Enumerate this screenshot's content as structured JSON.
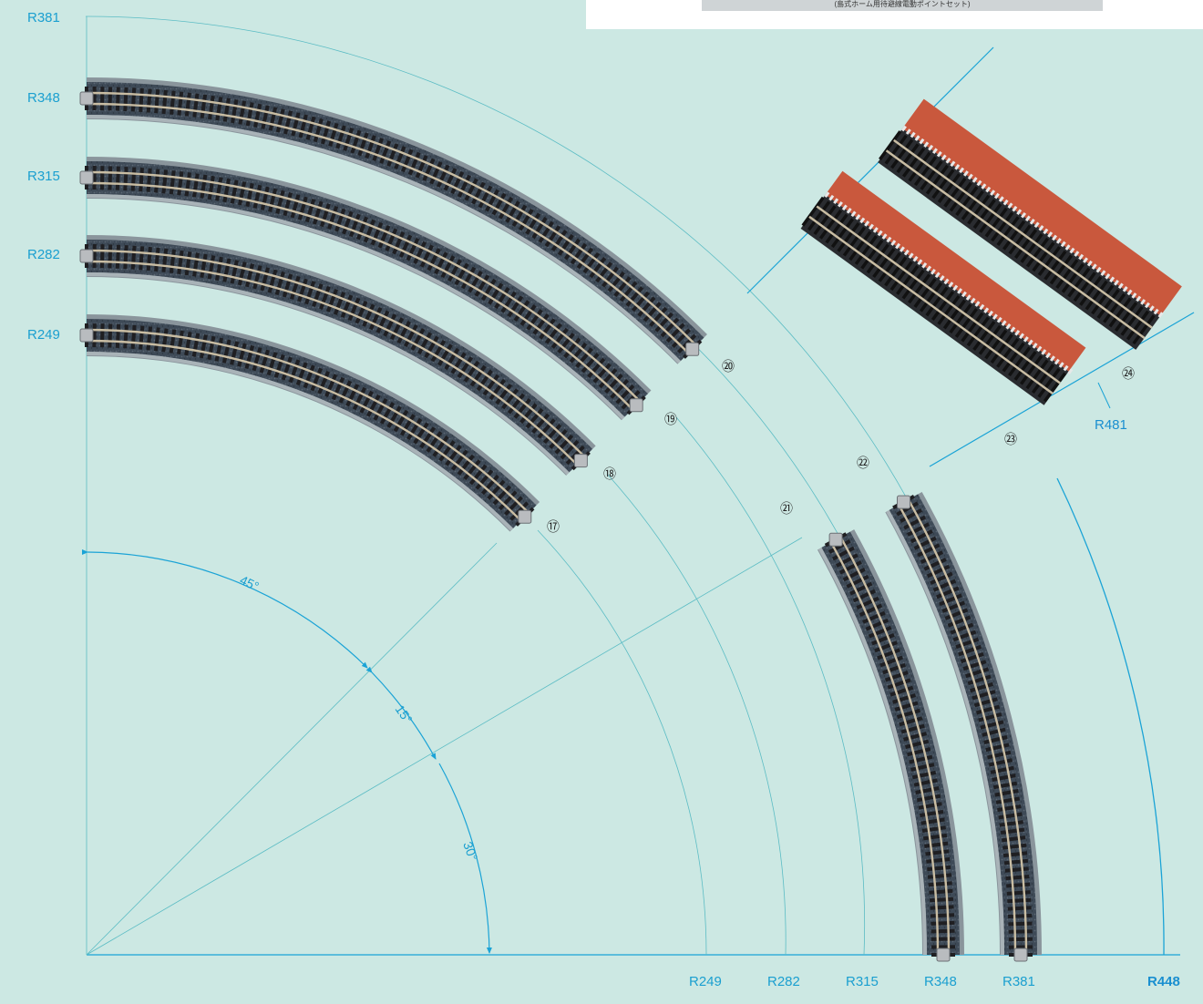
{
  "colors": {
    "background": "#cce8e3",
    "guide_line": "#1aa3d6",
    "thin_arc": "#5bbcc4",
    "label": "#1a9fd0",
    "label_bold": "#1a8fd0",
    "ballast": "#3b4652",
    "roadbed_edge": "#8a959c",
    "tie": "#1f1f22",
    "rail": "#c9bda3",
    "viaduct_red": "#c9583d"
  },
  "top_panel": {
    "caption": "(島式ホーム用待避線電動ポイントセット)"
  },
  "left_radius_labels": [
    "R381",
    "R348",
    "R315",
    "R282",
    "R249"
  ],
  "bottom_radius_labels": [
    "R249",
    "R282",
    "R315",
    "R348",
    "R381",
    "R448"
  ],
  "r481_label": "R481",
  "angle_labels": {
    "a45": "45°",
    "a15": "15°",
    "a30": "30°"
  },
  "track_numbers": {
    "n17": "⑰",
    "n18": "⑱",
    "n19": "⑲",
    "n20": "⑳",
    "n21": "㉑",
    "n22": "㉒",
    "n23": "㉓",
    "n24": "㉔"
  }
}
